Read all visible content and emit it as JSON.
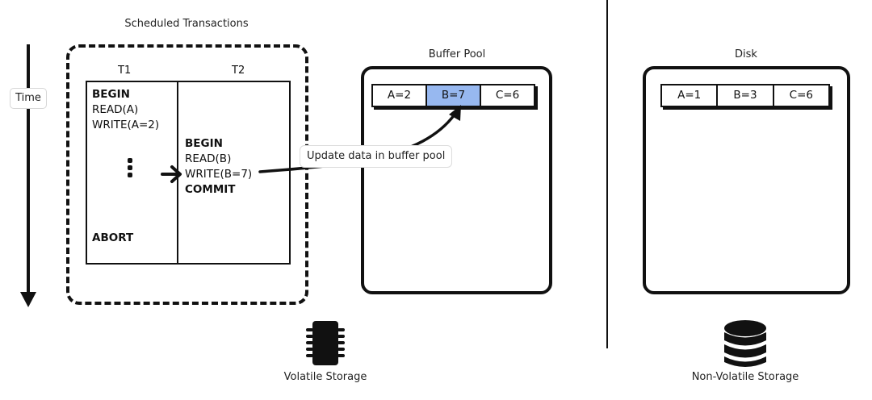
{
  "time_axis": {
    "label": "Time"
  },
  "scheduled_transactions": {
    "title": "Scheduled Transactions",
    "columns": [
      {
        "label": "T1",
        "operations": [
          {
            "text": "BEGIN",
            "bold": true
          },
          {
            "text": "READ(A)",
            "bold": false
          },
          {
            "text": "WRITE(A=2)",
            "bold": false
          },
          {
            "text": "ABORT",
            "bold": true
          }
        ]
      },
      {
        "label": "T2",
        "operations": [
          {
            "text": "BEGIN",
            "bold": true
          },
          {
            "text": "READ(B)",
            "bold": false
          },
          {
            "text": "WRITE(B=7)",
            "bold": false
          },
          {
            "text": "COMMIT",
            "bold": true
          }
        ]
      }
    ],
    "ellipsis_icon": "vertical-ellipsis",
    "pointer_icon": "arrow-right"
  },
  "buffer_pool": {
    "title": "Buffer Pool",
    "cells": [
      {
        "text": "A=2",
        "highlight": false
      },
      {
        "text": "B=7",
        "highlight": true
      },
      {
        "text": "C=6",
        "highlight": false
      }
    ],
    "highlight_color": "#97b8f0"
  },
  "callout": {
    "text": "Update data in buffer pool"
  },
  "disk": {
    "title": "Disk",
    "cells": [
      {
        "text": "A=1"
      },
      {
        "text": "B=3"
      },
      {
        "text": "C=6"
      }
    ]
  },
  "volatile": {
    "icon": "memory-chip",
    "label": "Volatile Storage"
  },
  "non_volatile": {
    "icon": "database",
    "label": "Non-Volatile Storage"
  }
}
